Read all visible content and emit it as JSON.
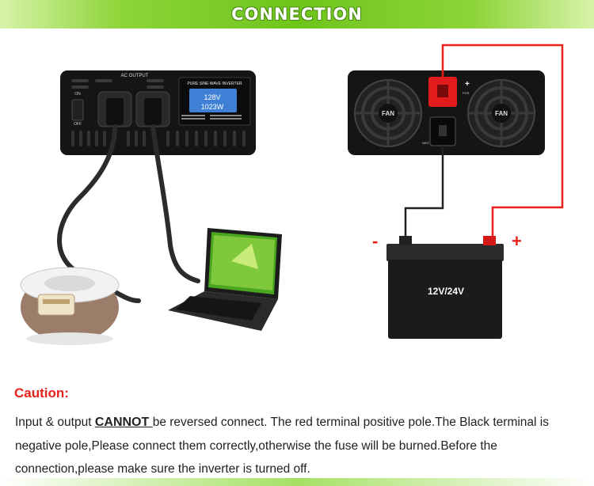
{
  "header": {
    "title": "CONNECTION"
  },
  "inverter_front": {
    "output_label": "AC OUTPUT",
    "brand_label": "PURE SINE WAVE INVERTER",
    "switch_on": "ON",
    "switch_off": "OFF",
    "display_voltage": "128V",
    "display_power": "1023W"
  },
  "inverter_back": {
    "fan_left": "FAN",
    "fan_right": "FAN",
    "pos_terminal": "+",
    "pos_label": "POS",
    "neg_label": "NEG"
  },
  "battery": {
    "label": "12V/24V",
    "neg_symbol": "-",
    "pos_symbol": "+"
  },
  "caution": {
    "title": "Caution:",
    "text_before": "Input & output ",
    "emphasis": "CANNOT ",
    "text_after": "be reversed connect. The red terminal positive pole.The Black terminal is negative pole,Please connect them correctly,otherwise the fuse will be burned.Before the connection,please make sure the inverter is turned off."
  },
  "colors": {
    "header_green": "#6ec51a",
    "caution_red": "#e8211b",
    "positive_wire": "#e8211b",
    "negative_wire": "#222222"
  }
}
